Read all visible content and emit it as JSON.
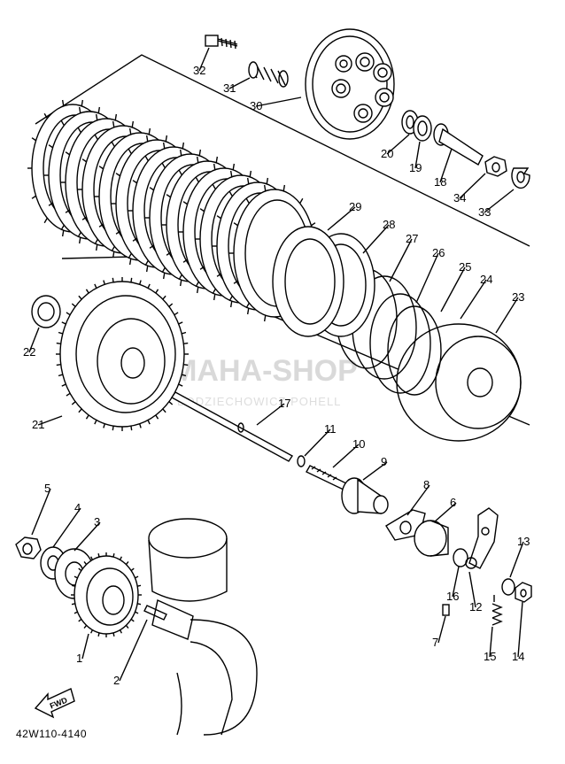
{
  "diagram": {
    "part_code": "42W110-4140",
    "fwd_label": "FWD",
    "watermark": {
      "text": "YAMAHA-SHOP",
      "subtext": "BODZIECHOWICZ POHELL"
    },
    "callouts": [
      "1",
      "2",
      "3",
      "4",
      "5",
      "6",
      "7",
      "8",
      "9",
      "10",
      "11",
      "12",
      "13",
      "14",
      "15",
      "16",
      "17",
      "18",
      "19",
      "20",
      "21",
      "22",
      "23",
      "24",
      "25",
      "26",
      "27",
      "28",
      "29",
      "30",
      "31",
      "32",
      "33",
      "34"
    ]
  }
}
